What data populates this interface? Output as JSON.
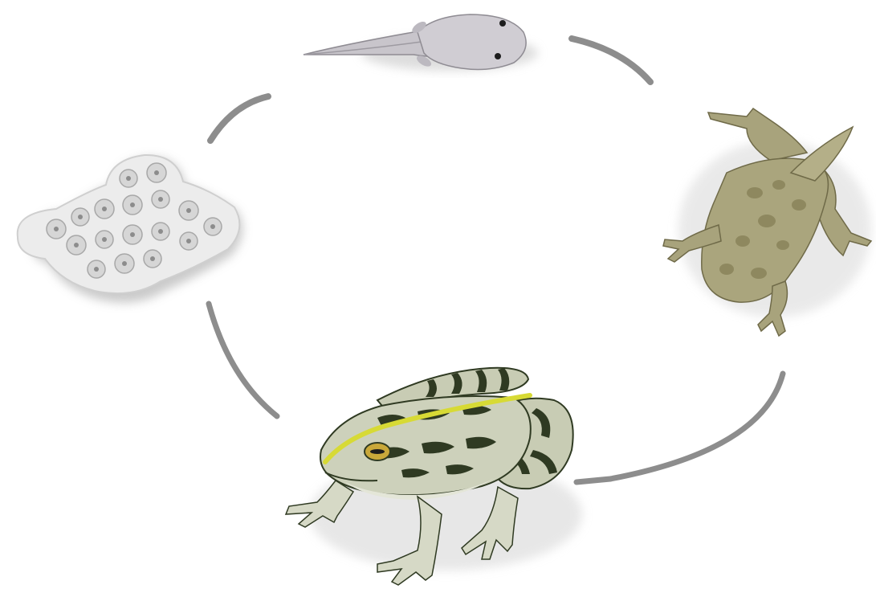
{
  "diagram": {
    "kind": "cycle",
    "stages": [
      {
        "id": "egg-mass"
      },
      {
        "id": "tadpole"
      },
      {
        "id": "froglet"
      },
      {
        "id": "adult-frog"
      }
    ],
    "colors": {
      "background": "#ffffff",
      "arrow": "#8d8d8d",
      "egg": "#e8e8e8",
      "tadpole": "#c9c6cc",
      "froglet": "#a7a27a",
      "froglet_spots": "#7f7a52",
      "frog_body": "#c9cdb7",
      "frog_stripe": "#d9dc3a",
      "frog_spots": "#2f3a22"
    }
  }
}
